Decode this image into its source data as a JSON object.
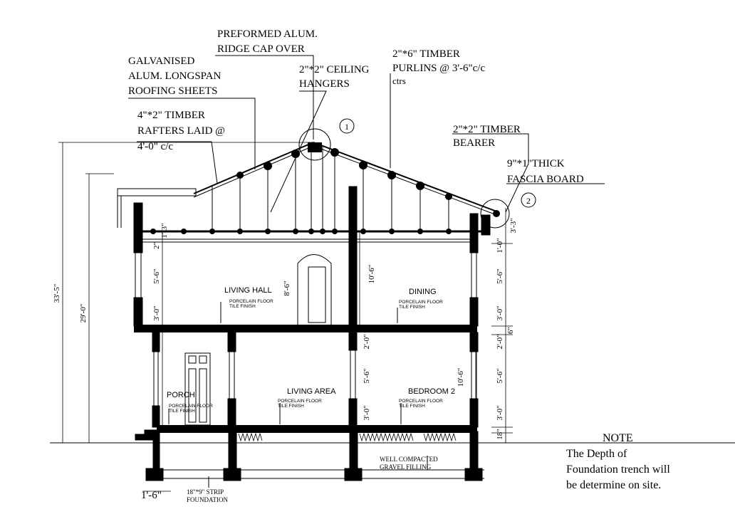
{
  "annotations": {
    "ridge_cap": [
      "PREFORMED ALUM.",
      "RIDGE CAP OVER"
    ],
    "roofing_sheets": [
      "GALVANISED",
      "ALUM. LONGSPAN",
      "ROOFING SHEETS"
    ],
    "rafters": [
      "4\"*2\" TIMBER",
      "RAFTERS LAID @",
      "4'-0\" c/c"
    ],
    "ceiling_hangers": [
      "2\"*2\" CEILING",
      "HANGERS"
    ],
    "purlins": [
      "2\"*6\" TIMBER",
      "PURLINS @ 3'-6\"c/c",
      "ctrs"
    ],
    "bearer": [
      "2\"*2\" TIMBER",
      "BEARER"
    ],
    "fascia": [
      "9\"*1\"THICK",
      "FASCIA BOARD"
    ],
    "strip_foundation": [
      "18\"*9\" STRIP",
      "FOUNDATION"
    ],
    "gravel": [
      "WELL COMPACTED",
      "GRAVEL FILLING"
    ]
  },
  "detail_markers": [
    "1",
    "2"
  ],
  "rooms": {
    "living_hall": "LIVING HALL",
    "dining": "DINING",
    "porch": "PORCH",
    "living_area": "LIVING AREA",
    "bedroom": "BEDROOM 2"
  },
  "floor_finish": [
    "PORCELAIN FLOOR",
    "TILE FINISH"
  ],
  "dimensions": {
    "overall_height": "33'-5\"",
    "wall_height": "29'-0\"",
    "foundation_width": "1'-6\"",
    "left_1_3": "1'-3\"",
    "left_2": "2\"",
    "left_5_6": "5'-6\"",
    "left_3_0": "3'-0\"",
    "hall_8_6": "8'-6\"",
    "center_10_6": "10'-6\"",
    "center_2_0": "2'-0\"",
    "center_5_6": "5'-6\"",
    "center_3_0": "3'-0\"",
    "bed_10_6": "10'-6\"",
    "right_3_3": "3'-3\"",
    "right_1_0": "1'-0\"",
    "right_5_6": "5'-6\"",
    "right_3_0": "3'-0\"",
    "right_6": "6\"",
    "right_2_0": "2'-0\"",
    "right_5_6b": "5'-6\"",
    "right_3_0b": "3'-0\"",
    "right_18": "18\""
  },
  "note": {
    "title": "NOTE",
    "lines": [
      "The Depth of",
      "Foundation trench will",
      "be determine on site."
    ]
  },
  "colors": {
    "line": "#000000",
    "background": "#ffffff"
  }
}
